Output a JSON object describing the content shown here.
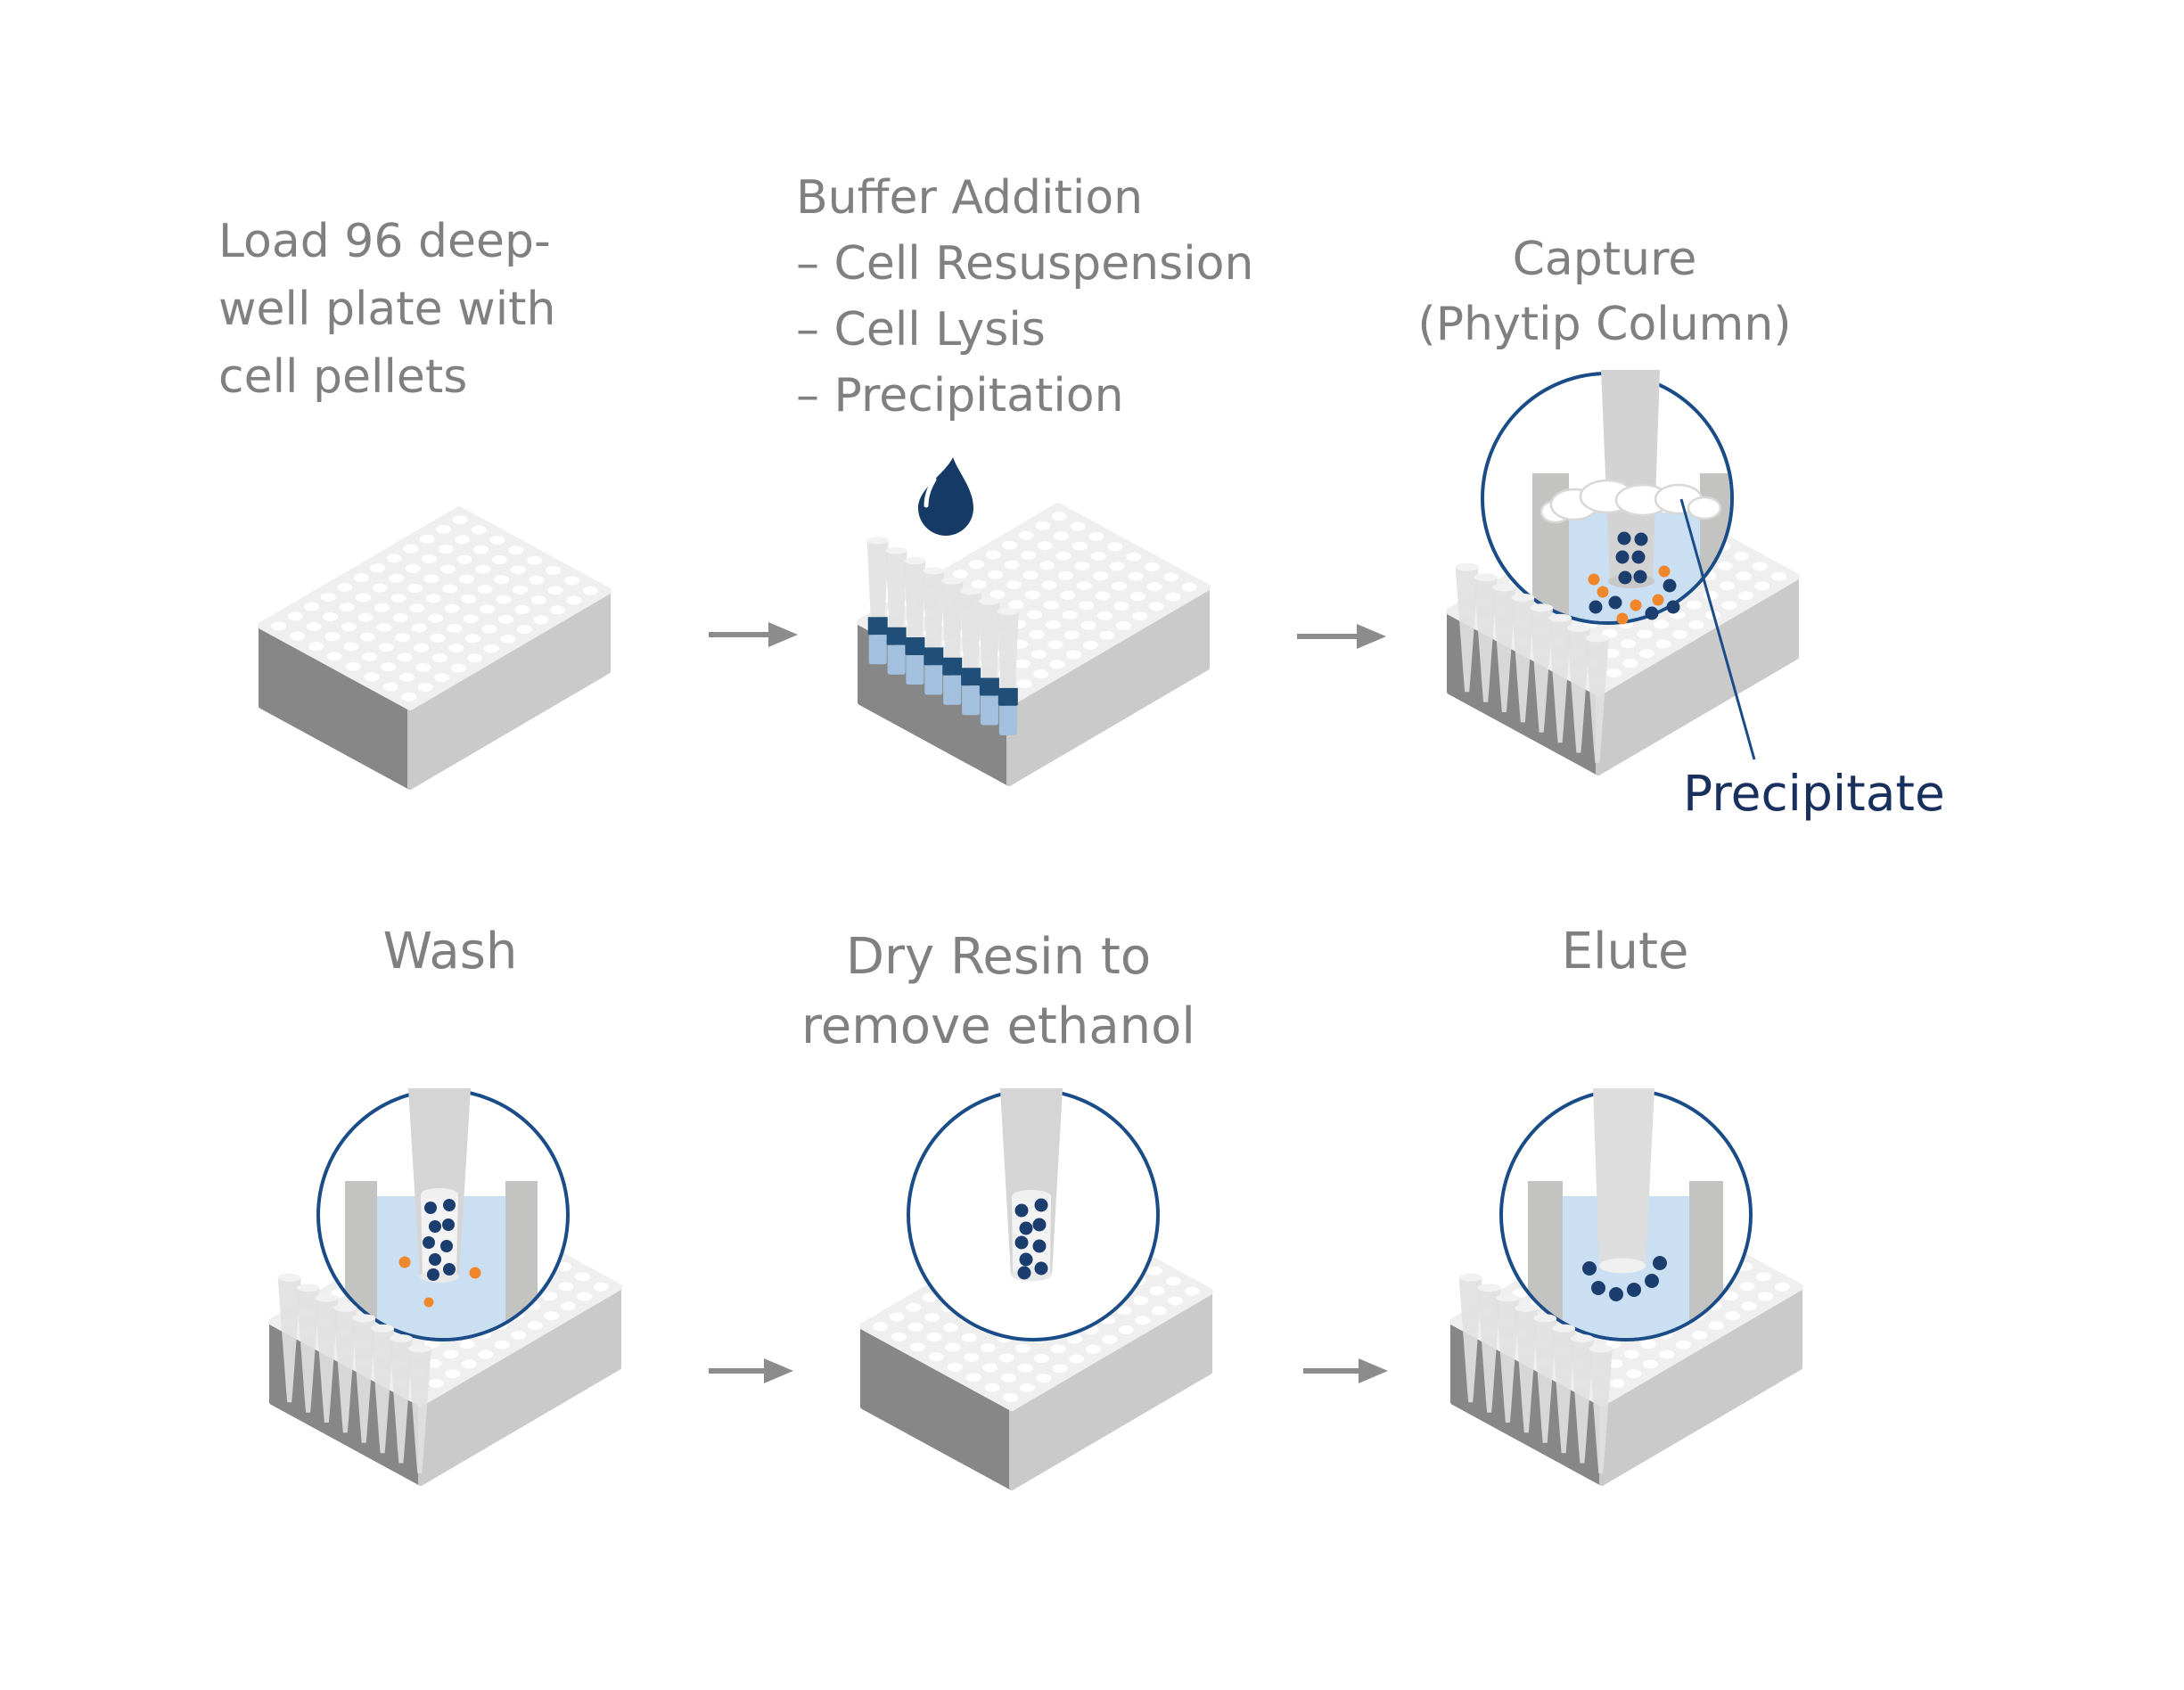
{
  "diagram": {
    "steps": [
      {
        "name": "load-plate",
        "label": "Load 96 deep-\nwell plate with\ncell pellets",
        "illustration": "96-deep-well-plate"
      },
      {
        "name": "buffer-addition",
        "label": "Buffer Addition\n– Cell Resuspension\n– Cell Lysis\n– Precipitation",
        "illustration": "plate-with-phytip-columns-and-buffer-droplet"
      },
      {
        "name": "capture",
        "label": "Capture\n(Phytip Column)",
        "annotation": "Precipitate",
        "illustration": "magnified-well-with-foam-precipitate-and-resin-beads"
      },
      {
        "name": "wash",
        "label": "Wash",
        "illustration": "magnified-well-with-wash-liquid-and-beads-in-tip"
      },
      {
        "name": "dry-resin",
        "label": "Dry Resin to\nremove ethanol",
        "illustration": "magnified-dry-tip-with-beads"
      },
      {
        "name": "elute",
        "label": "Elute",
        "illustration": "magnified-well-with-eluted-beads"
      }
    ],
    "icons": [
      "droplet-icon",
      "arrow-right-icon",
      "zoom-circle",
      "well-plate",
      "pipette-tip"
    ],
    "colors": {
      "label_gray": "#808080",
      "bead_navy": "#1C3E6E",
      "droplet_navy": "#163A66",
      "annotation_navy": "#19305E",
      "zoom_circle_stroke": "#1A4C87",
      "bead_orange": "#F0882B",
      "liquid_blue": "#CBDFF2",
      "resin_sleeve_blue": "#A3C1DE",
      "collar_blue": "#1F4E79",
      "arrow_gray": "#8C8C8C",
      "plate_top": "#EFEFEF",
      "plate_left": "#878787",
      "plate_right": "#CACACA"
    }
  }
}
